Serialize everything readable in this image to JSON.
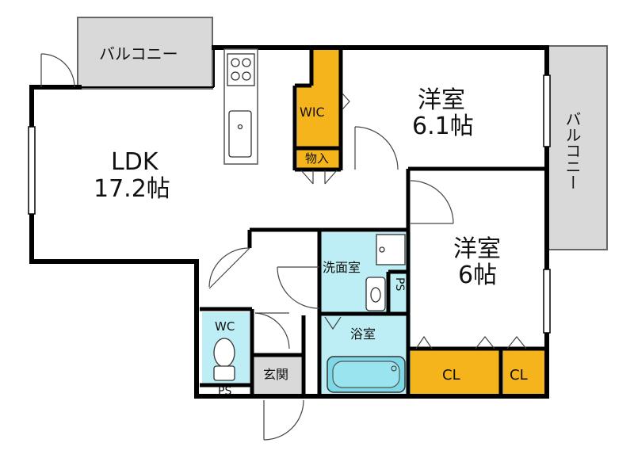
{
  "colors": {
    "wall": "#000000",
    "balcony": "#d9d9d9",
    "closet": "#f5b41c",
    "wet_area": "#bdeef5",
    "entrance": "#d9d9d9",
    "bathtub": "#7fd8e6"
  },
  "rooms": {
    "ldk": {
      "name": "LDK",
      "size": "17.2帖"
    },
    "western1": {
      "name": "洋室",
      "size": "6.1帖"
    },
    "western2": {
      "name": "洋室",
      "size": "6帖"
    },
    "wic": "WIC",
    "storage": "物入",
    "washroom": "洗面室",
    "bathroom": "浴室",
    "wc": "WC",
    "ps_upper": "PS",
    "ps_lower": "PS",
    "entrance": "玄関",
    "closet1": "CL",
    "closet2": "CL"
  },
  "balconies": {
    "top": "バルコニー",
    "right": "バルコニー"
  },
  "icons": [
    "stove-icon",
    "sink-icon",
    "toilet-icon",
    "washbasin-icon",
    "bathtub-icon",
    "door-swing-icon"
  ]
}
